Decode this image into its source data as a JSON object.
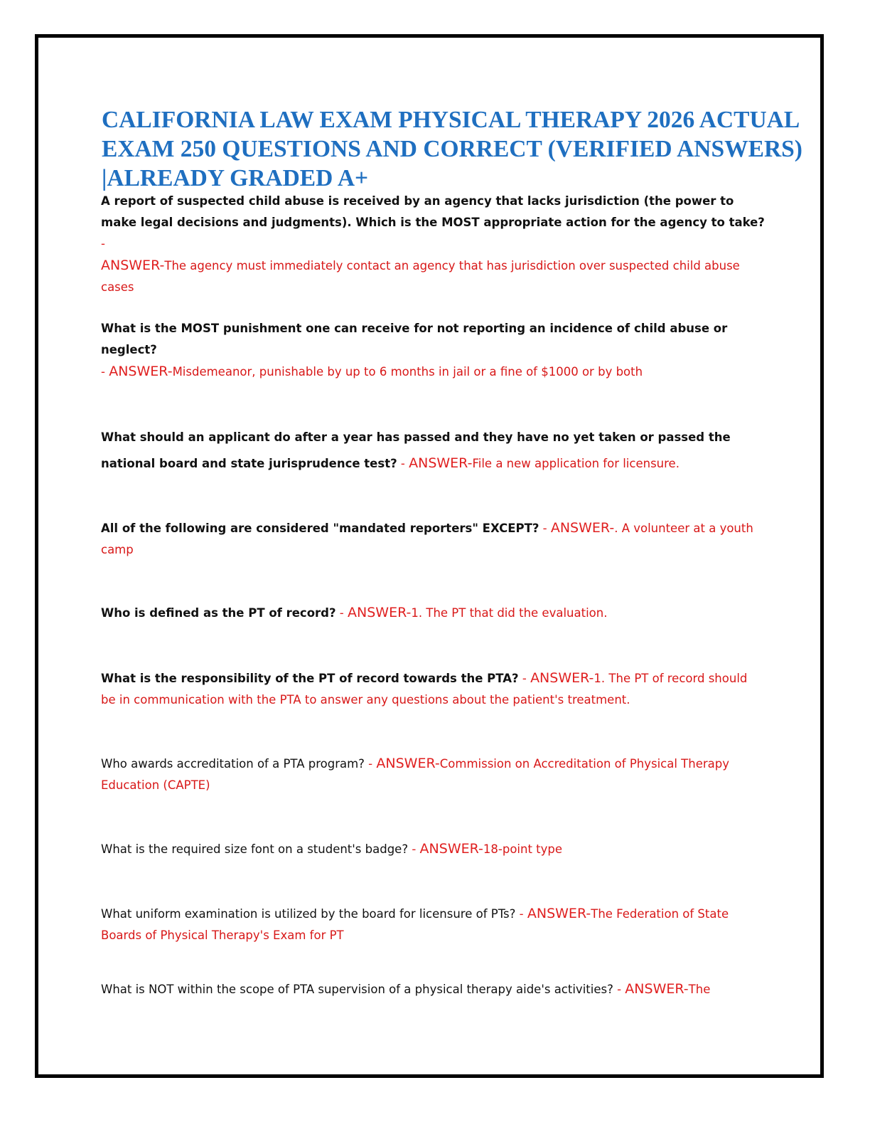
{
  "document": {
    "title": "CALIFORNIA LAW EXAM PHYSICAL THERAPY 2026 ACTUAL EXAM 250 QUESTIONS AND CORRECT (VERIFIED ANSWERS) |ALREADY GRADED A+",
    "answer_label": "ANSWER-",
    "items": [
      {
        "question": "A report of suspected child abuse is received by an agency that lacks jurisdiction (the power to make legal decisions and judgments). Which is the MOST appropriate action for the agency to take?",
        "dash": " -",
        "answer": "The agency must immediately contact an agency that has jurisdiction over suspected child abuse cases"
      },
      {
        "question": "What is the MOST punishment one can receive for not reporting an incidence of child abuse or neglect?",
        "dash": "- ",
        "answer": "Misdemeanor, punishable by up to 6 months in jail or a fine of $1000 or by both"
      },
      {
        "question": "What should an applicant do after a year has passed and they have no yet taken or passed the national board and   state jurisprudence test?",
        "dash": " - ",
        "answer": "File a new application for licensure."
      },
      {
        "question": "All of the following are considered \"mandated reporters\" EXCEPT?",
        "dash": " - ",
        "answer": ". A volunteer at a youth camp"
      },
      {
        "question": "Who is defined as the PT of record?",
        "dash": " - ",
        "answer": "1. The PT that did the evaluation."
      },
      {
        "question": "What is the responsibility of the PT of record towards the PTA?",
        "dash": " - ",
        "answer": "1. The PT of record should be in communication with the PTA to answer any questions about the patient's treatment."
      },
      {
        "question": "Who awards accreditation of a PTA program?",
        "dash": " - ",
        "answer": "Commission on Accreditation of Physical Therapy Education (CAPTE)"
      },
      {
        "question": "What is the required size font on a student's badge?",
        "dash": " - ",
        "answer": "18-point type"
      },
      {
        "question": "What uniform examination is utilized by the board for licensure of PTs?",
        "dash": " - ",
        "answer": "The Federation of State Boards of Physical Therapy's Exam for PT"
      },
      {
        "question": "What is NOT within the scope of PTA supervision of a physical therapy aide's activities?",
        "dash": " - ",
        "answer": "The"
      }
    ]
  }
}
